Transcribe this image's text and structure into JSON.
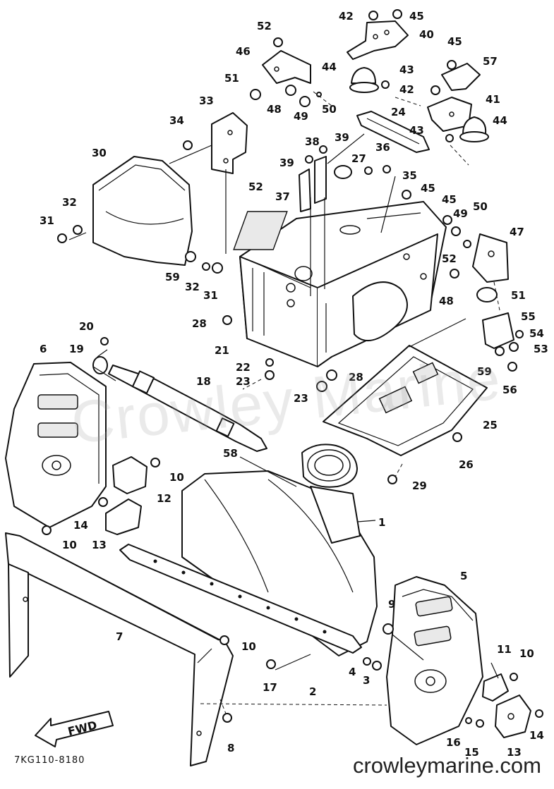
{
  "diagram": {
    "watermark": "Crowley Marine",
    "site_text": "crowleymarine.com",
    "diagram_code": "7KG110-8180",
    "fwd_label": "FWD",
    "callouts": [
      {
        "id": "42a",
        "label": "42"
      },
      {
        "id": "45a",
        "label": "45"
      },
      {
        "id": "40",
        "label": "40"
      },
      {
        "id": "52a",
        "label": "52"
      },
      {
        "id": "46",
        "label": "46"
      },
      {
        "id": "45b",
        "label": "45"
      },
      {
        "id": "57",
        "label": "57"
      },
      {
        "id": "44a",
        "label": "44"
      },
      {
        "id": "43a",
        "label": "43"
      },
      {
        "id": "42b",
        "label": "42"
      },
      {
        "id": "41",
        "label": "41"
      },
      {
        "id": "51a",
        "label": "51"
      },
      {
        "id": "48a",
        "label": "48"
      },
      {
        "id": "50a",
        "label": "50"
      },
      {
        "id": "49a",
        "label": "49"
      },
      {
        "id": "33",
        "label": "33"
      },
      {
        "id": "24",
        "label": "24"
      },
      {
        "id": "43b",
        "label": "43"
      },
      {
        "id": "44b",
        "label": "44"
      },
      {
        "id": "34",
        "label": "34"
      },
      {
        "id": "38",
        "label": "38"
      },
      {
        "id": "39a",
        "label": "39"
      },
      {
        "id": "39b",
        "label": "39"
      },
      {
        "id": "27",
        "label": "27"
      },
      {
        "id": "36",
        "label": "36"
      },
      {
        "id": "35",
        "label": "35"
      },
      {
        "id": "30",
        "label": "30"
      },
      {
        "id": "52b",
        "label": "52"
      },
      {
        "id": "37",
        "label": "37"
      },
      {
        "id": "45c",
        "label": "45"
      },
      {
        "id": "45d",
        "label": "45"
      },
      {
        "id": "49b",
        "label": "49"
      },
      {
        "id": "50b",
        "label": "50"
      },
      {
        "id": "32a",
        "label": "32"
      },
      {
        "id": "31a",
        "label": "31"
      },
      {
        "id": "47",
        "label": "47"
      },
      {
        "id": "52c",
        "label": "52"
      },
      {
        "id": "59a",
        "label": "59"
      },
      {
        "id": "32b",
        "label": "32"
      },
      {
        "id": "31b",
        "label": "31"
      },
      {
        "id": "48b",
        "label": "48"
      },
      {
        "id": "51b",
        "label": "51"
      },
      {
        "id": "28a",
        "label": "28"
      },
      {
        "id": "55",
        "label": "55"
      },
      {
        "id": "20",
        "label": "20"
      },
      {
        "id": "54",
        "label": "54"
      },
      {
        "id": "6",
        "label": "6"
      },
      {
        "id": "19",
        "label": "19"
      },
      {
        "id": "21",
        "label": "21"
      },
      {
        "id": "53",
        "label": "53"
      },
      {
        "id": "22",
        "label": "22"
      },
      {
        "id": "59b",
        "label": "59"
      },
      {
        "id": "23a",
        "label": "23"
      },
      {
        "id": "28b",
        "label": "28"
      },
      {
        "id": "56a",
        "label": "56"
      },
      {
        "id": "18",
        "label": "18"
      },
      {
        "id": "23b",
        "label": "23"
      },
      {
        "id": "25",
        "label": "25"
      },
      {
        "id": "58",
        "label": "58"
      },
      {
        "id": "26",
        "label": "26"
      },
      {
        "id": "10a",
        "label": "10"
      },
      {
        "id": "29",
        "label": "29"
      },
      {
        "id": "12",
        "label": "12"
      },
      {
        "id": "14a",
        "label": "14"
      },
      {
        "id": "1",
        "label": "1"
      },
      {
        "id": "13",
        "label": "13"
      },
      {
        "id": "10b",
        "label": "10"
      },
      {
        "id": "5",
        "label": "5"
      },
      {
        "id": "9",
        "label": "9"
      },
      {
        "id": "7",
        "label": "7"
      },
      {
        "id": "10c",
        "label": "10"
      },
      {
        "id": "11",
        "label": "11"
      },
      {
        "id": "10d",
        "label": "10"
      },
      {
        "id": "4",
        "label": "4"
      },
      {
        "id": "3",
        "label": "3"
      },
      {
        "id": "17",
        "label": "17"
      },
      {
        "id": "2",
        "label": "2"
      },
      {
        "id": "8",
        "label": "8"
      },
      {
        "id": "16",
        "label": "16"
      },
      {
        "id": "15",
        "label": "15"
      },
      {
        "id": "14b",
        "label": "14"
      },
      {
        "id": "13b",
        "label": "13"
      }
    ]
  }
}
